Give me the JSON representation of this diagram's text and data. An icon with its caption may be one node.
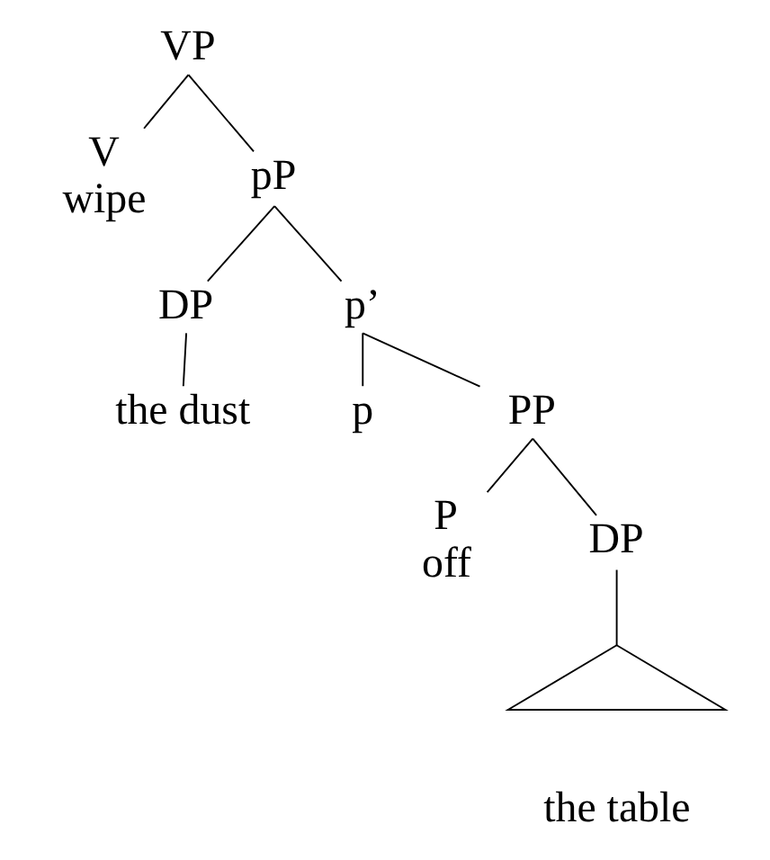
{
  "diagram": {
    "nodes": [
      {
        "text": [
          "VP"
        ]
      },
      {
        "text": [
          "V",
          "wipe"
        ]
      },
      {
        "text": [
          "pP"
        ]
      },
      {
        "text": [
          "DP"
        ]
      },
      {
        "text": [
          "p’"
        ]
      },
      {
        "text": [
          "the dust"
        ]
      },
      {
        "text": [
          "p"
        ]
      },
      {
        "text": [
          "PP"
        ]
      },
      {
        "text": [
          "P",
          "off"
        ]
      },
      {
        "text": [
          "DP"
        ]
      },
      {
        "text": [],
        "shape": "triangle",
        "beside": [
          "the table"
        ]
      }
    ],
    "edges": [
      {
        "from": 0,
        "to": 1,
        "arrow": "none"
      },
      {
        "from": 0,
        "to": 2,
        "arrow": "none"
      },
      {
        "from": 2,
        "to": 3,
        "arrow": "none"
      },
      {
        "from": 2,
        "to": 4,
        "arrow": "none"
      },
      {
        "from": 3,
        "to": 5,
        "arrow": "none"
      },
      {
        "from": 4,
        "to": 6,
        "arrow": "none"
      },
      {
        "from": 4,
        "to": 7,
        "arrow": "none"
      },
      {
        "from": 7,
        "to": 8,
        "arrow": "none"
      },
      {
        "from": 7,
        "to": 9,
        "arrow": "none"
      },
      {
        "from": 9,
        "to": 10,
        "arrow": "none"
      }
    ]
  }
}
